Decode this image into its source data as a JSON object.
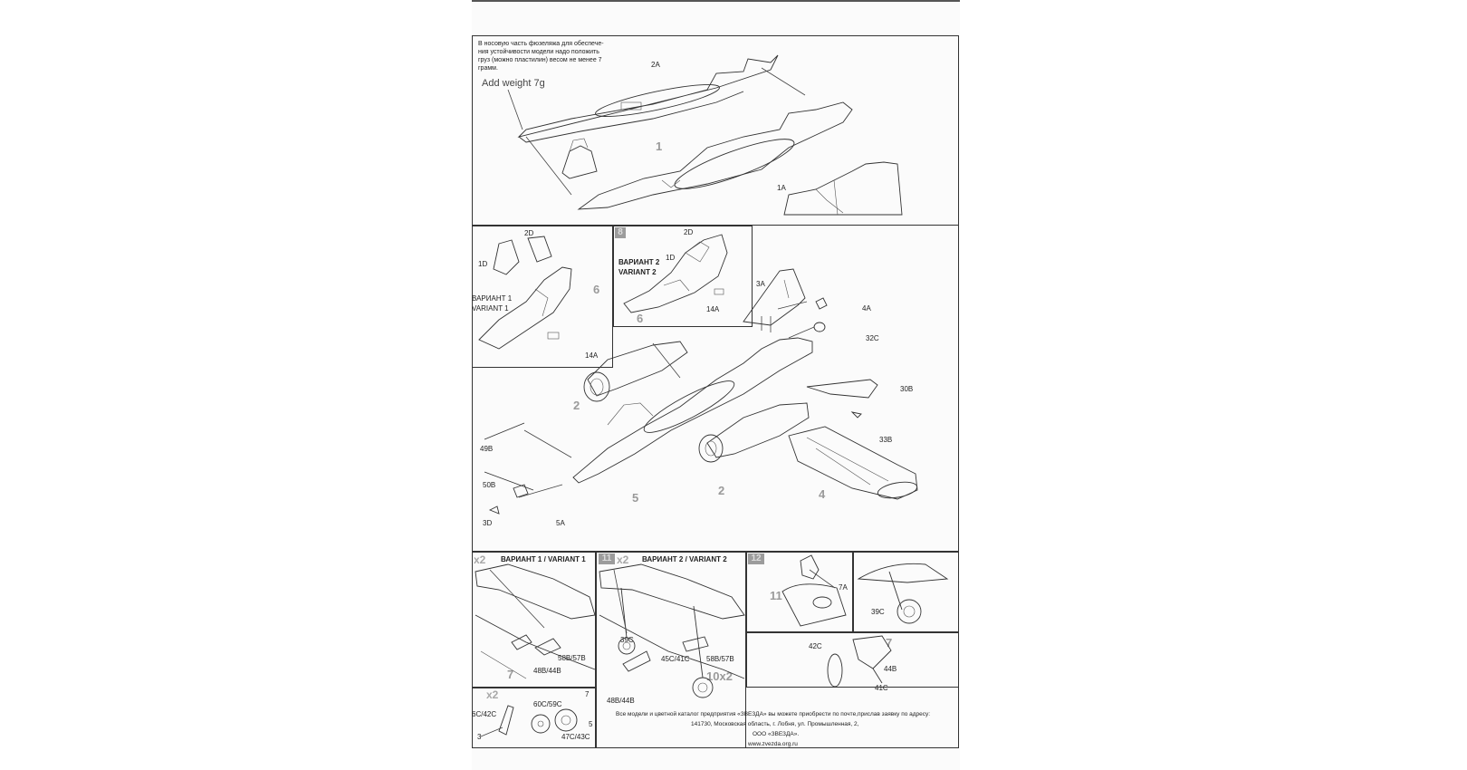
{
  "step_top": {
    "note_ru": [
      "В носовую часть фюзеляжа для обеспече-",
      "ния устойчивости модели надо положить",
      "груз (можно пластилин) весом не менее 7",
      "грамм."
    ],
    "weight_label": "Add weight 7g",
    "parts": {
      "p2A": "2A",
      "p1": "1",
      "p1A": "1A"
    }
  },
  "step_variant1": {
    "parts": {
      "p2D": "2D",
      "p1D": "1D",
      "p14A": "14A",
      "p6": "6"
    },
    "variant": [
      "ВАРИАНТ 1",
      "VARIANT 1"
    ]
  },
  "step_variant2": {
    "step": "8",
    "parts": {
      "p2D": "2D",
      "p1D": "1D",
      "p14A": "14A",
      "p6": "6"
    },
    "variant": [
      "ВАРИАНТ 2",
      "VARIANT 2"
    ]
  },
  "step_main": {
    "parts": {
      "p3A": "3A",
      "p4A": "4A",
      "p32C": "32C",
      "p30B": "30B",
      "p33B": "33B",
      "p49B": "49B",
      "p50B": "50B",
      "p3D": "3D",
      "p5A": "5A",
      "s2a": "2",
      "s2b": "2",
      "s4": "4",
      "s5": "5"
    }
  },
  "bottom_left": {
    "mult": "x2",
    "title": "ВАРИАНТ 1 / VARIANT 1",
    "parts": {
      "p58": "58B/57B",
      "p48": "48B/44B",
      "p7": "7"
    }
  },
  "bottom_mid": {
    "step": "11",
    "mult": "x2",
    "title": "ВАРИАНТ 2 / VARIANT 2",
    "parts": {
      "p39C": "39C",
      "p45": "45C/41C",
      "p58": "58B/57B",
      "p48": "48B/44B"
    },
    "count": "10x2"
  },
  "bottom_right": {
    "step": "12",
    "parts": {
      "p11": "11",
      "p7A": "7A",
      "p39C": "39C",
      "p42C": "42C",
      "p7": "7",
      "p44B": "44B",
      "p41C": "41C"
    }
  },
  "bottom_small": {
    "mult": "x2",
    "parts": {
      "p42": "6C/42C",
      "p60": "60C/59C",
      "p47": "47C/43C",
      "p7": "7",
      "p5": "5",
      "p3": "3"
    }
  },
  "footer": {
    "line1": "Все модели и цветной каталог предприятия «ЗВЕЗДА» вы можете приобрести по почте,прислав заявку по адресу:",
    "line2": "141730, Московская область, г. Лобня, ул. Промышленная, 2,",
    "line3": "ООО «ЗВЕЗДА».",
    "line4": "www.zvezda.org.ru"
  }
}
